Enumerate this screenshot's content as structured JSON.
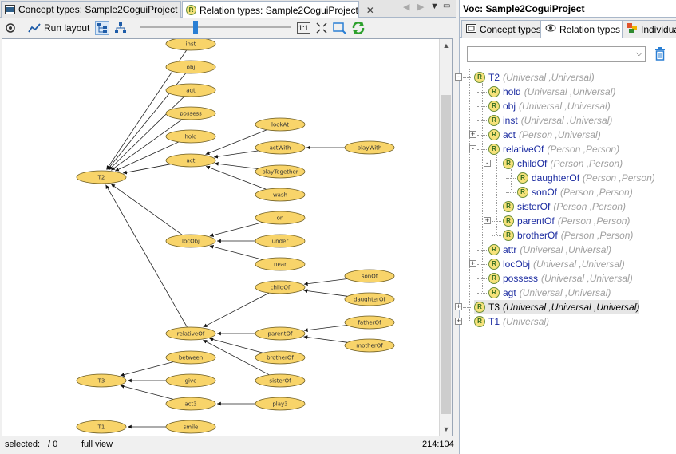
{
  "left_tabs": [
    {
      "label": "Concept types: Sample2CoguiProject",
      "icon": "concept-types-tab-icon"
    },
    {
      "label": "Relation types: Sample2CoguiProject",
      "icon": "relation-badge-icon"
    }
  ],
  "toolbar": {
    "run_layout_label": "Run layout",
    "zoom_one_label": "1:1"
  },
  "graph": {
    "nodes": [
      {
        "id": "inst",
        "label": "inst"
      },
      {
        "id": "obj",
        "label": "obj"
      },
      {
        "id": "agt",
        "label": "agt"
      },
      {
        "id": "possess",
        "label": "possess"
      },
      {
        "id": "hold",
        "label": "hold"
      },
      {
        "id": "act",
        "label": "act"
      },
      {
        "id": "T2",
        "label": "T2"
      },
      {
        "id": "lookAt",
        "label": "lookAt"
      },
      {
        "id": "actWith",
        "label": "actWith"
      },
      {
        "id": "playWith",
        "label": "playWith"
      },
      {
        "id": "playTogether",
        "label": "playTogether"
      },
      {
        "id": "wash",
        "label": "wash"
      },
      {
        "id": "on",
        "label": "on"
      },
      {
        "id": "locObj",
        "label": "locObj"
      },
      {
        "id": "under",
        "label": "under"
      },
      {
        "id": "near",
        "label": "near"
      },
      {
        "id": "sonOf",
        "label": "sonOf"
      },
      {
        "id": "childOf",
        "label": "childOf"
      },
      {
        "id": "daughterOf",
        "label": "daughterOf"
      },
      {
        "id": "fatherOf",
        "label": "fatherOf"
      },
      {
        "id": "relativeOf",
        "label": "relativeOf"
      },
      {
        "id": "parentOf",
        "label": "parentOf"
      },
      {
        "id": "motherOf",
        "label": "motherOf"
      },
      {
        "id": "brotherOf",
        "label": "brotherOf"
      },
      {
        "id": "between",
        "label": "between"
      },
      {
        "id": "T3",
        "label": "T3"
      },
      {
        "id": "give",
        "label": "give"
      },
      {
        "id": "sisterOf",
        "label": "sisterOf"
      },
      {
        "id": "act3",
        "label": "act3"
      },
      {
        "id": "play3",
        "label": "play3"
      },
      {
        "id": "T1",
        "label": "T1"
      },
      {
        "id": "smile",
        "label": "smile"
      }
    ],
    "edges": [
      [
        "inst",
        "T2"
      ],
      [
        "obj",
        "T2"
      ],
      [
        "agt",
        "T2"
      ],
      [
        "possess",
        "T2"
      ],
      [
        "hold",
        "T2"
      ],
      [
        "act",
        "T2"
      ],
      [
        "locObj",
        "T2"
      ],
      [
        "relativeOf",
        "T2"
      ],
      [
        "lookAt",
        "act"
      ],
      [
        "actWith",
        "act"
      ],
      [
        "playTogether",
        "act"
      ],
      [
        "wash",
        "act"
      ],
      [
        "playWith",
        "actWith"
      ],
      [
        "on",
        "locObj"
      ],
      [
        "under",
        "locObj"
      ],
      [
        "near",
        "locObj"
      ],
      [
        "sonOf",
        "childOf"
      ],
      [
        "daughterOf",
        "childOf"
      ],
      [
        "childOf",
        "relativeOf"
      ],
      [
        "parentOf",
        "relativeOf"
      ],
      [
        "brotherOf",
        "relativeOf"
      ],
      [
        "sisterOf",
        "relativeOf"
      ],
      [
        "fatherOf",
        "parentOf"
      ],
      [
        "motherOf",
        "parentOf"
      ],
      [
        "between",
        "T3"
      ],
      [
        "give",
        "T3"
      ],
      [
        "act3",
        "T3"
      ],
      [
        "play3",
        "act3"
      ],
      [
        "smile",
        "T1"
      ]
    ]
  },
  "status": {
    "selected_label": "selected:",
    "selected_count": "/ 0",
    "view_mode": "full view",
    "coords": "214:104"
  },
  "right": {
    "title": "Voc: Sample2CoguiProject",
    "tabs": [
      {
        "label": "Concept types",
        "icon": "concept-types-tab-icon"
      },
      {
        "label": "Relation types",
        "icon": "relation-eye-icon"
      },
      {
        "label": "Individua",
        "icon": "individuals-icon"
      }
    ],
    "badge_letter": "R",
    "tree": [
      {
        "label": "T2",
        "sig": "(Universal ,Universal)",
        "level": 0,
        "expander": "-"
      },
      {
        "label": "hold",
        "sig": "(Universal ,Universal)",
        "level": 1
      },
      {
        "label": "obj",
        "sig": "(Universal ,Universal)",
        "level": 1
      },
      {
        "label": "inst",
        "sig": "(Universal ,Universal)",
        "level": 1
      },
      {
        "label": "act",
        "sig": "(Person ,Universal)",
        "level": 1,
        "expander": "+"
      },
      {
        "label": "relativeOf",
        "sig": "(Person ,Person)",
        "level": 1,
        "expander": "-"
      },
      {
        "label": "childOf",
        "sig": "(Person ,Person)",
        "level": 2,
        "expander": "-"
      },
      {
        "label": "daughterOf",
        "sig": "(Person ,Person)",
        "level": 3
      },
      {
        "label": "sonOf",
        "sig": "(Person ,Person)",
        "level": 3
      },
      {
        "label": "sisterOf",
        "sig": "(Person ,Person)",
        "level": 2
      },
      {
        "label": "parentOf",
        "sig": "(Person ,Person)",
        "level": 2,
        "expander": "+"
      },
      {
        "label": "brotherOf",
        "sig": "(Person ,Person)",
        "level": 2
      },
      {
        "label": "attr",
        "sig": "(Universal ,Universal)",
        "level": 1
      },
      {
        "label": "locObj",
        "sig": "(Universal ,Universal)",
        "level": 1,
        "expander": "+"
      },
      {
        "label": "possess",
        "sig": "(Universal ,Universal)",
        "level": 1
      },
      {
        "label": "agt",
        "sig": "(Universal ,Universal)",
        "level": 1
      },
      {
        "label": "T3",
        "sig": "(Universal ,Universal ,Universal)",
        "level": 0,
        "expander": "+",
        "selected": true
      },
      {
        "label": "T1",
        "sig": "(Universal)",
        "level": 0,
        "expander": "+"
      }
    ]
  },
  "colors": {
    "node_fill": "#f8d46a",
    "tree_label": "#1a2aa0",
    "tree_signature": "#a0a0a0",
    "slider_thumb": "#2a7fd4"
  }
}
